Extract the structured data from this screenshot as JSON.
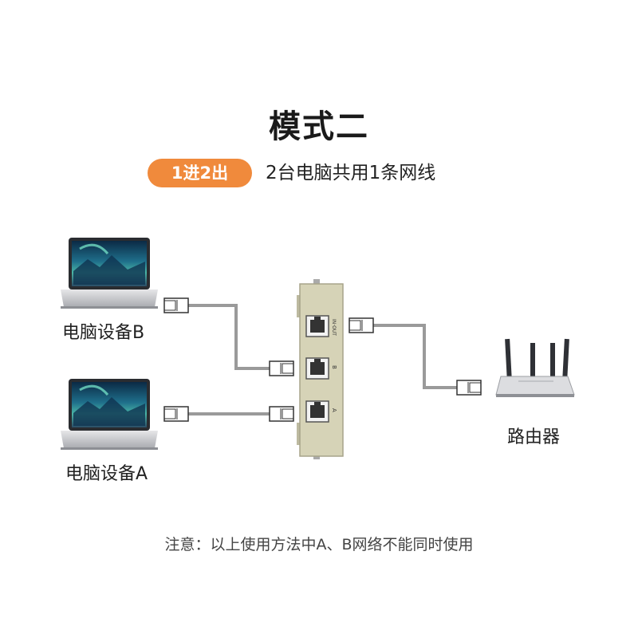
{
  "title": "模式二",
  "badge": "1进2出",
  "subtitle": "2台电脑共用1条网线",
  "devices": {
    "computer_b": "电脑设备B",
    "computer_a": "电脑设备A",
    "router": "路由器"
  },
  "switch_box": {
    "port_in": "IN·OUT",
    "port_b": "B",
    "port_a": "A"
  },
  "note": "注意：以上使用方法中A、B网络不能同时使用",
  "colors": {
    "badge": "#f08a3c",
    "switch_body": "#d6d3b7",
    "cable": "#9a9a9a"
  }
}
